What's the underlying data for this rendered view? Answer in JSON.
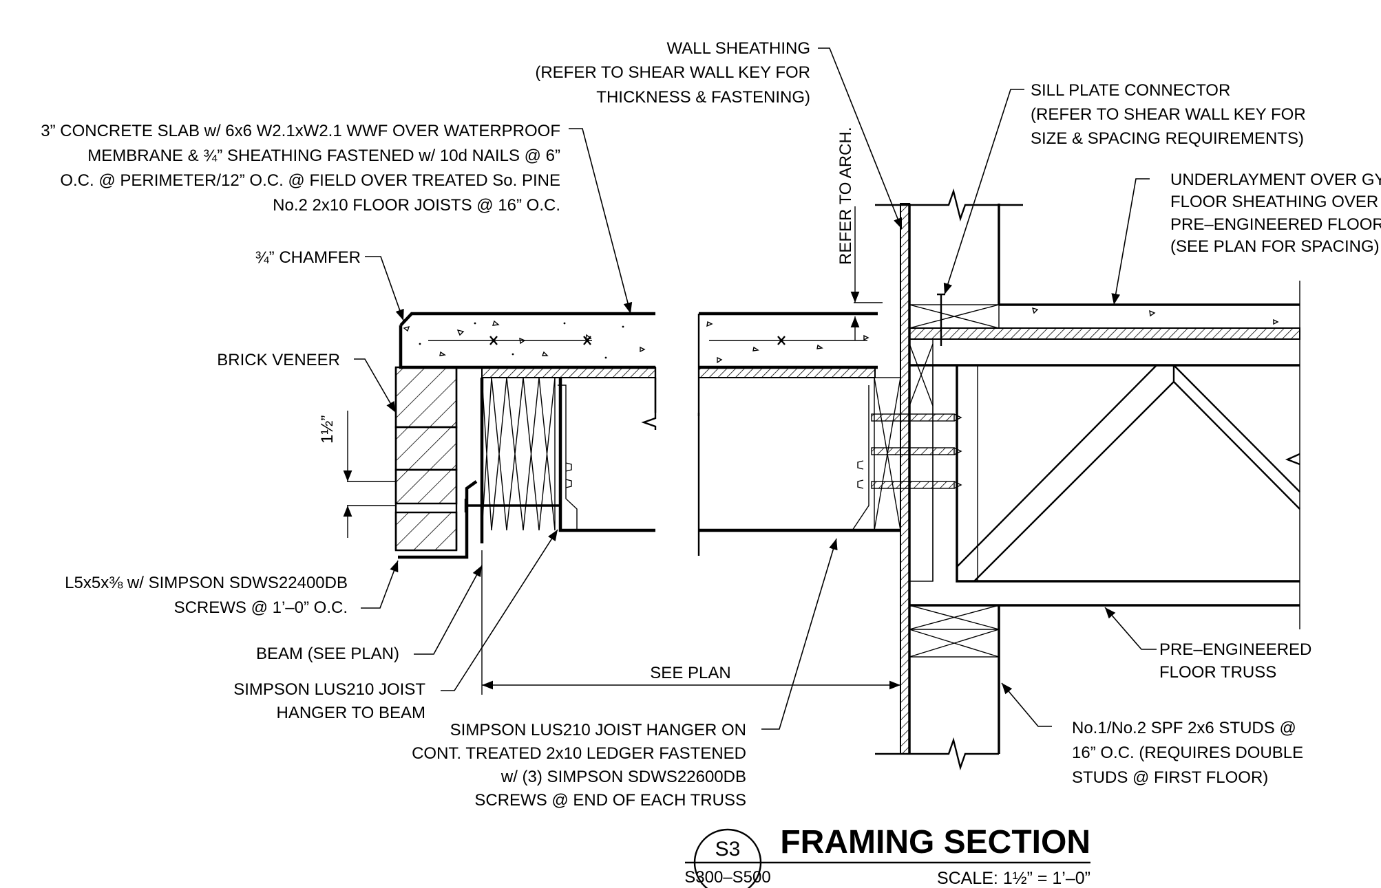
{
  "notes": {
    "wall_sheathing": [
      "WALL SHEATHING",
      "(REFER TO SHEAR WALL KEY FOR",
      "THICKNESS & FASTENING)"
    ],
    "concrete_slab": [
      "3” CONCRETE SLAB w/ 6x6 W2.1xW2.1 WWF OVER WATERPROOF",
      "MEMBRANE & ¾” SHEATHING FASTENED w/ 10d NAILS @ 6”",
      "O.C. @ PERIMETER/12” O.C. @ FIELD OVER TREATED So. PINE",
      "No.2 2x10 FLOOR JOISTS @ 16” O.C."
    ],
    "sill_plate": [
      "SILL PLATE CONNECTOR",
      "(REFER TO SHEAR WALL KEY FOR",
      "SIZE & SPACING REQUIREMENTS)"
    ],
    "underlayment": [
      "UNDERLAYMENT OVER GYPCRE",
      "FLOOR SHEATHING OVER",
      "PRE–ENGINEERED FLOOR TRUS",
      "(SEE PLAN FOR SPACING)"
    ],
    "chamfer": "¾” CHAMFER",
    "refer_arch": "REFER TO ARCH.",
    "brick_veneer": "BRICK VENEER",
    "dim_brick": "1½”",
    "angle": [
      "L5x5x⅜ w/ SIMPSON SDWS22400DB",
      "SCREWS @ 1’–0” O.C."
    ],
    "beam": "BEAM (SEE PLAN)",
    "hanger_beam": [
      "SIMPSON LUS210 JOIST",
      "HANGER TO BEAM"
    ],
    "see_plan": "SEE PLAN",
    "hanger_ledger": [
      "SIMPSON LUS210 JOIST HANGER ON",
      "CONT. TREATED 2x10 LEDGER FASTENED",
      "w/ (3) SIMPSON SDWS22600DB",
      "SCREWS @ END OF EACH TRUSS"
    ],
    "floor_truss": [
      "PRE–ENGINEERED",
      "FLOOR TRUSS"
    ],
    "studs": [
      "No.1/No.2 SPF 2x6 STUDS @",
      "16” O.C. (REQUIRES DOUBLE",
      "STUDS @ FIRST FLOOR)"
    ]
  },
  "title_block": {
    "title": "FRAMING SECTION",
    "scale": "SCALE: 1½”  =  1’–0”",
    "detail_number": "S3",
    "sheet_ref": "S300–S500"
  }
}
